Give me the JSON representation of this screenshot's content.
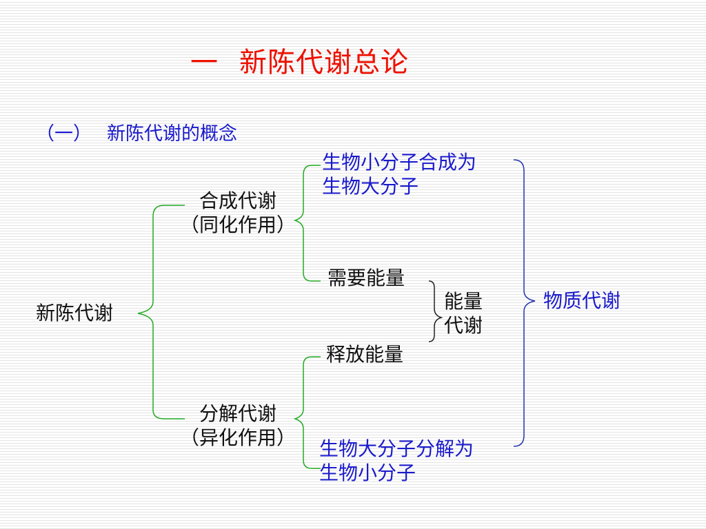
{
  "title": {
    "number": "一",
    "text": "新陈代谢总论"
  },
  "section": {
    "label": "（一）",
    "text": "新陈代谢的概念"
  },
  "root": "新陈代谢",
  "anabolism": {
    "line1": "合成代谢",
    "line2": "（同化作用）"
  },
  "catabolism": {
    "line1": "分解代谢",
    "line2": "（异化作用）"
  },
  "synth_desc": {
    "line1": "生物小分子合成为",
    "line2": "生物大分子"
  },
  "needs_energy": "需要能量",
  "releases_energy": "释放能量",
  "decomp_desc": {
    "line1": "生物大分子分解为",
    "line2": "生物小分子"
  },
  "energy_metabolism": {
    "line1": "能量",
    "line2": "代谢"
  },
  "material_metabolism": "物质代谢",
  "colors": {
    "title": "#ee1100",
    "blue_text": "#1a1acc",
    "black_text": "#111111",
    "green_bracket": "#22aa22",
    "blue_bracket": "#2233aa",
    "black_bracket": "#222222"
  }
}
